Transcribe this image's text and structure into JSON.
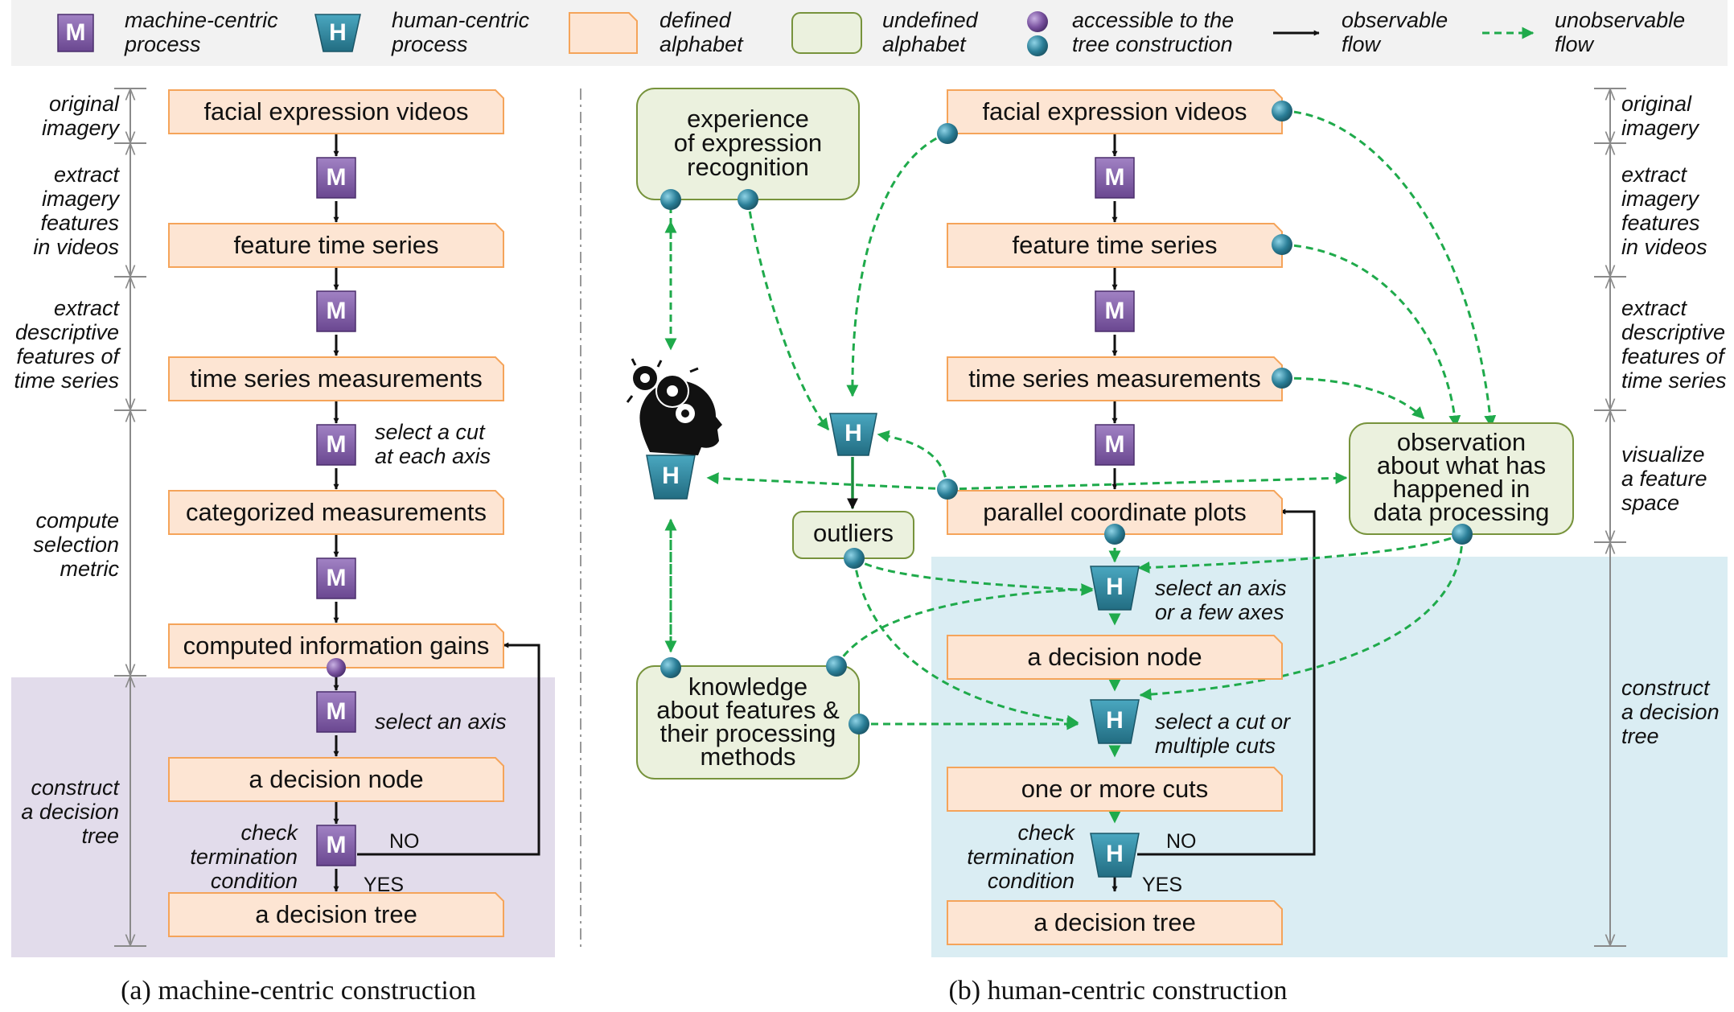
{
  "legend": {
    "machine_process": "machine-centric process",
    "human_process": "human-centric process",
    "defined_alphabet": "defined alphabet",
    "undefined_alphabet": "undefined alphabet",
    "accessible": "accessible to the tree construction",
    "observable_flow": "observable flow",
    "unobservable_flow": "unobservable flow",
    "m_glyph": "M",
    "h_glyph": "H"
  },
  "panel_a": {
    "caption": "(a) machine-centric construction",
    "boxes": [
      "facial expression videos",
      "feature time series",
      "time series measurements",
      "categorized measurements",
      "computed information gains",
      "a decision node",
      "a decision tree"
    ],
    "side_notes": [
      "select a cut at each axis",
      "select an axis",
      "check termination condition"
    ],
    "stages": [
      "original imagery",
      "extract imagery features in videos",
      "extract descriptive features of time series",
      "compute selection metric",
      "construct a decision tree"
    ],
    "yes": "YES",
    "no": "NO"
  },
  "panel_b": {
    "caption": "(b) human-centric construction",
    "boxes": [
      "facial expression videos",
      "feature time series",
      "time series measurements",
      "parallel coordinate plots",
      "a decision node",
      "one or more cuts",
      "a decision tree"
    ],
    "undefined": [
      "experience of expression recognition",
      "outliers",
      "observation about what has happened in data processing",
      "knowledge about features & their processing methods"
    ],
    "side_notes": [
      "select an axis or a few axes",
      "select a cut or multiple cuts",
      "check termination condition"
    ],
    "stages": [
      "original imagery",
      "extract imagery features in videos",
      "extract descriptive features of time series",
      "visualize a feature space",
      "construct a decision tree"
    ],
    "yes": "YES",
    "no": "NO"
  },
  "colors": {
    "defined_fill": "#fde5d3",
    "defined_stroke": "#f5a45a",
    "undefined_fill": "#ebf1de",
    "undefined_stroke": "#77933c",
    "machine": "#7f5aa0",
    "human": "#31859c",
    "dashed_flow": "#1faa4b",
    "panel_a_bg": "#e2dceb",
    "panel_b_bg": "#daedf3",
    "legend_bg": "#f2f2f2"
  }
}
